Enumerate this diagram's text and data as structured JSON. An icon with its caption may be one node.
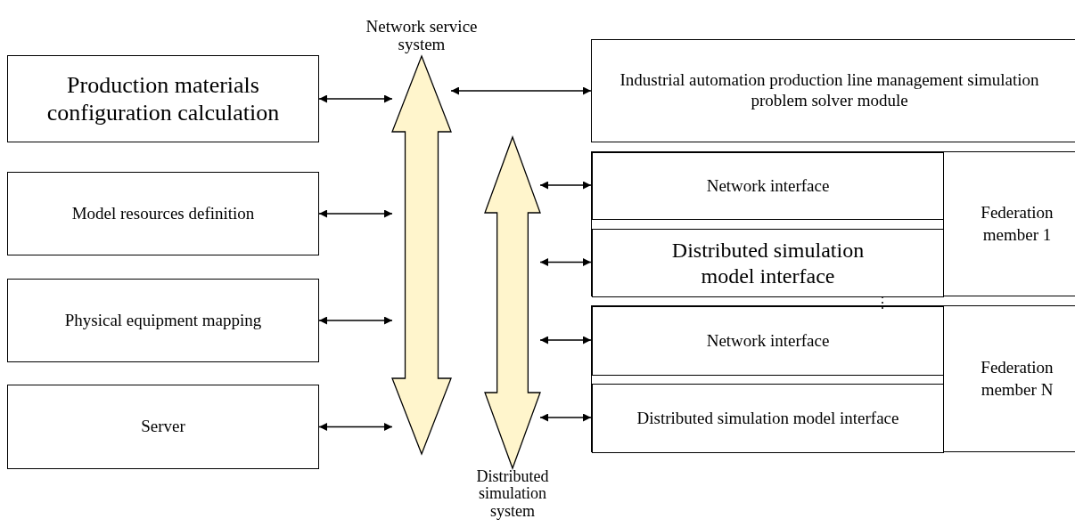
{
  "diagram": {
    "nodes": [
      {
        "text": [
          "Production materials configuration calculation"
        ]
      },
      {
        "text": [
          "Model resources definition"
        ]
      },
      {
        "text": [
          "Physical equipment mapping"
        ]
      },
      {
        "text": [
          "Server"
        ]
      },
      {
        "text": [
          "Network service system"
        ]
      },
      {
        "text": [
          "Distributed simulation system"
        ]
      },
      {
        "text": [
          "Industrial automation production line management simulation problem solver module"
        ]
      },
      {
        "text": [
          "Federation member 1"
        ]
      },
      {
        "text": [
          "Network interface"
        ],
        "in": 7
      },
      {
        "text": [
          "Distributed simulation model interface"
        ],
        "in": 7
      },
      {
        "text": [
          "Federation member N"
        ]
      },
      {
        "text": [
          "Network interface"
        ],
        "in": 10
      },
      {
        "text": [
          "Distributed simulation model interface"
        ],
        "in": 10
      }
    ],
    "edges": [
      {
        "from": 0,
        "to": 4,
        "arrow": "both"
      },
      {
        "from": 1,
        "to": 4,
        "arrow": "both"
      },
      {
        "from": 2,
        "to": 4,
        "arrow": "both"
      },
      {
        "from": 3,
        "to": 4,
        "arrow": "both"
      },
      {
        "from": 4,
        "to": 6,
        "arrow": "both"
      },
      {
        "from": 5,
        "to": 8,
        "arrow": "both"
      },
      {
        "from": 5,
        "to": 9,
        "arrow": "both"
      },
      {
        "from": 5,
        "to": 11,
        "arrow": "both"
      },
      {
        "from": 5,
        "to": 12,
        "arrow": "both"
      }
    ]
  }
}
